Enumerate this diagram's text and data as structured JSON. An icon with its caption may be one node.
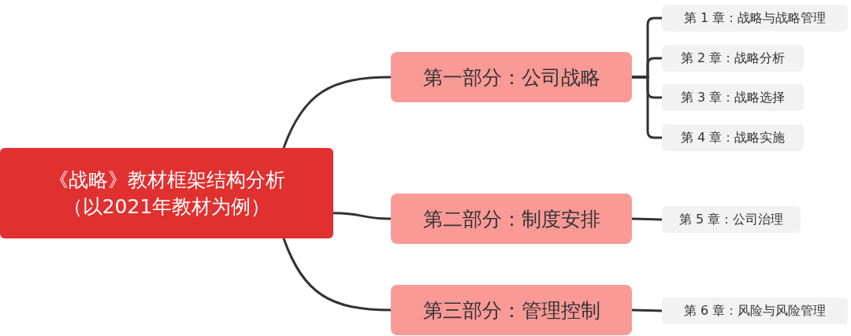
{
  "diagram": {
    "nodes": [
      {
        "text": [
          "《战略》教材框架结构分析（以2021年教材为例）"
        ]
      },
      {
        "text": [
          "第一部分：公司战略"
        ]
      },
      {
        "text": [
          "第 1 章：战略与战略管理"
        ]
      },
      {
        "text": [
          "第 2 章：战略分析"
        ]
      },
      {
        "text": [
          "第 3 章：战略选择"
        ]
      },
      {
        "text": [
          "第 4 章：战略实施"
        ]
      },
      {
        "text": [
          "第二部分：制度安排"
        ]
      },
      {
        "text": [
          "第 5 章：公司治理"
        ]
      },
      {
        "text": [
          "第三部分：管理控制"
        ]
      },
      {
        "text": [
          "第 6 章：风险与风险管理"
        ]
      }
    ],
    "edges": [
      {
        "from": 0,
        "to": 1,
        "arrow": "none"
      },
      {
        "from": 0,
        "to": 6,
        "arrow": "none"
      },
      {
        "from": 0,
        "to": 8,
        "arrow": "none"
      },
      {
        "from": 1,
        "to": 2,
        "arrow": "none"
      },
      {
        "from": 1,
        "to": 3,
        "arrow": "none"
      },
      {
        "from": 1,
        "to": 4,
        "arrow": "none"
      },
      {
        "from": 1,
        "to": 5,
        "arrow": "none"
      },
      {
        "from": 6,
        "to": 7,
        "arrow": "none"
      },
      {
        "from": 8,
        "to": 9,
        "arrow": "none"
      }
    ]
  }
}
